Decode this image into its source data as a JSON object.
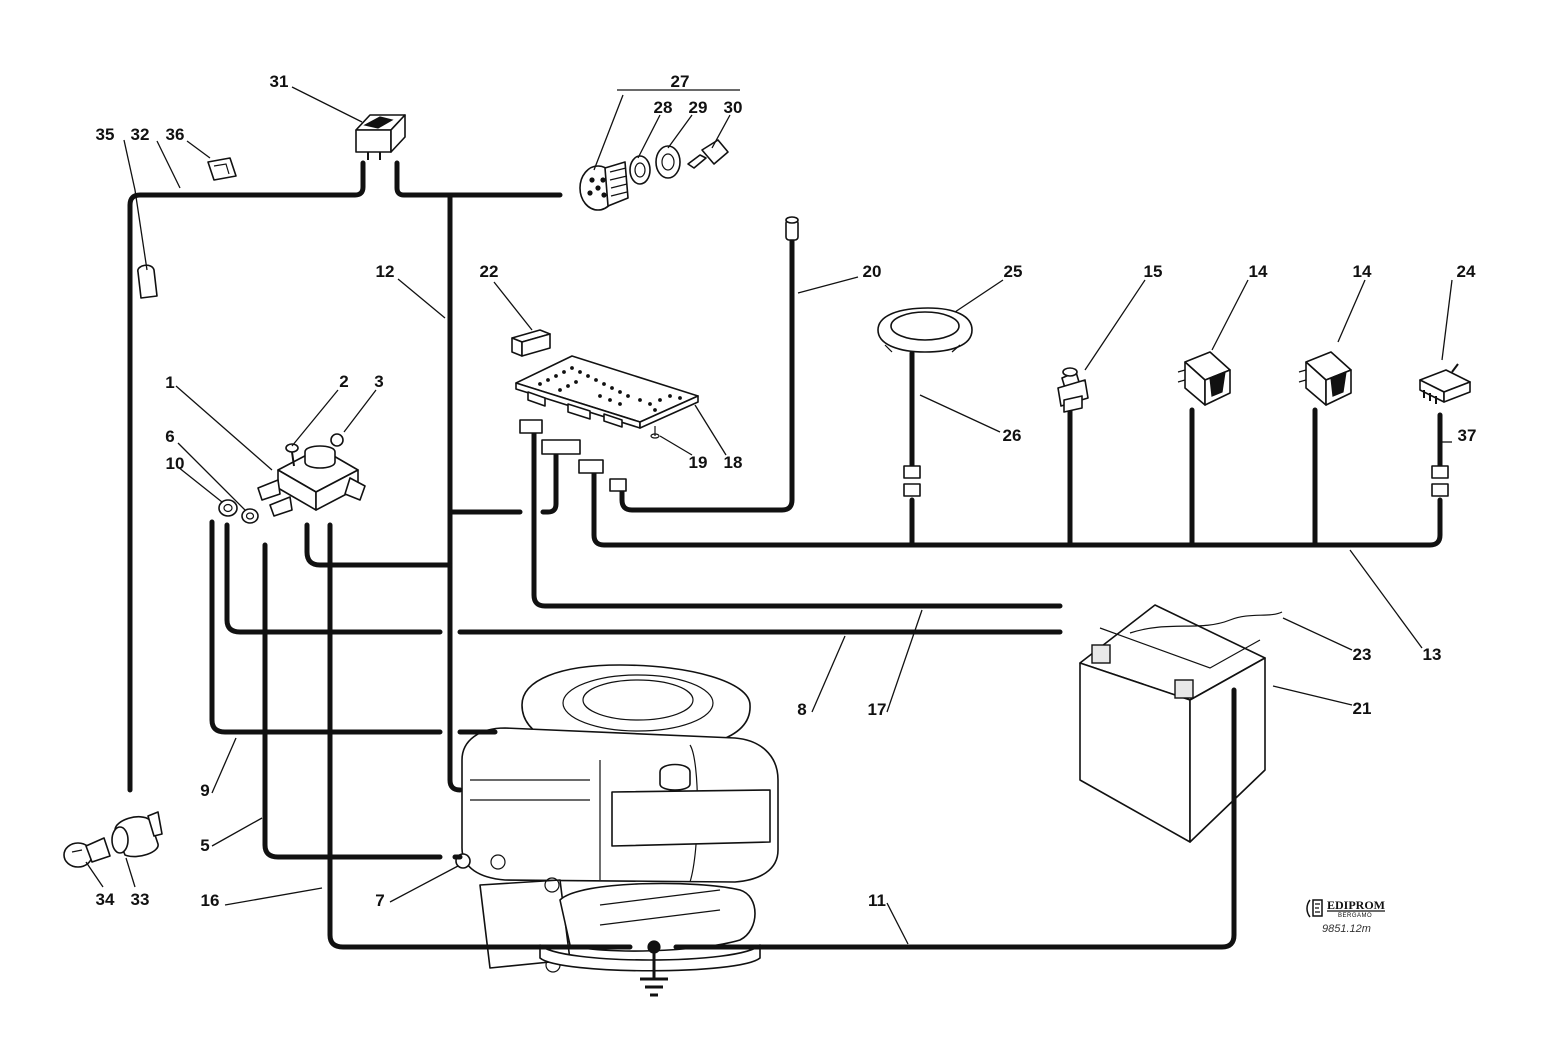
{
  "callouts": [
    {
      "id": "c1",
      "text": "1"
    },
    {
      "id": "c2",
      "text": "2"
    },
    {
      "id": "c3",
      "text": "3"
    },
    {
      "id": "c5",
      "text": "5"
    },
    {
      "id": "c6",
      "text": "6"
    },
    {
      "id": "c7",
      "text": "7"
    },
    {
      "id": "c8",
      "text": "8"
    },
    {
      "id": "c9",
      "text": "9"
    },
    {
      "id": "c10",
      "text": "10"
    },
    {
      "id": "c11",
      "text": "11"
    },
    {
      "id": "c12",
      "text": "12"
    },
    {
      "id": "c13",
      "text": "13"
    },
    {
      "id": "c14a",
      "text": "14"
    },
    {
      "id": "c14b",
      "text": "14"
    },
    {
      "id": "c15",
      "text": "15"
    },
    {
      "id": "c16",
      "text": "16"
    },
    {
      "id": "c17",
      "text": "17"
    },
    {
      "id": "c18",
      "text": "18"
    },
    {
      "id": "c19",
      "text": "19"
    },
    {
      "id": "c20",
      "text": "20"
    },
    {
      "id": "c21",
      "text": "21"
    },
    {
      "id": "c22",
      "text": "22"
    },
    {
      "id": "c23",
      "text": "23"
    },
    {
      "id": "c24",
      "text": "24"
    },
    {
      "id": "c25",
      "text": "25"
    },
    {
      "id": "c26",
      "text": "26"
    },
    {
      "id": "c27",
      "text": "27"
    },
    {
      "id": "c28",
      "text": "28"
    },
    {
      "id": "c29",
      "text": "29"
    },
    {
      "id": "c30",
      "text": "30"
    },
    {
      "id": "c31",
      "text": "31"
    },
    {
      "id": "c32",
      "text": "32"
    },
    {
      "id": "c33",
      "text": "33"
    },
    {
      "id": "c34",
      "text": "34"
    },
    {
      "id": "c35",
      "text": "35"
    },
    {
      "id": "c36",
      "text": "36"
    },
    {
      "id": "c37",
      "text": "37"
    }
  ],
  "logo": {
    "brand": "EDIPROM",
    "city": "BERGAMO"
  },
  "drawing_code": "9851.12m",
  "colors": {
    "ink": "#111111",
    "paper": "#ffffff"
  }
}
